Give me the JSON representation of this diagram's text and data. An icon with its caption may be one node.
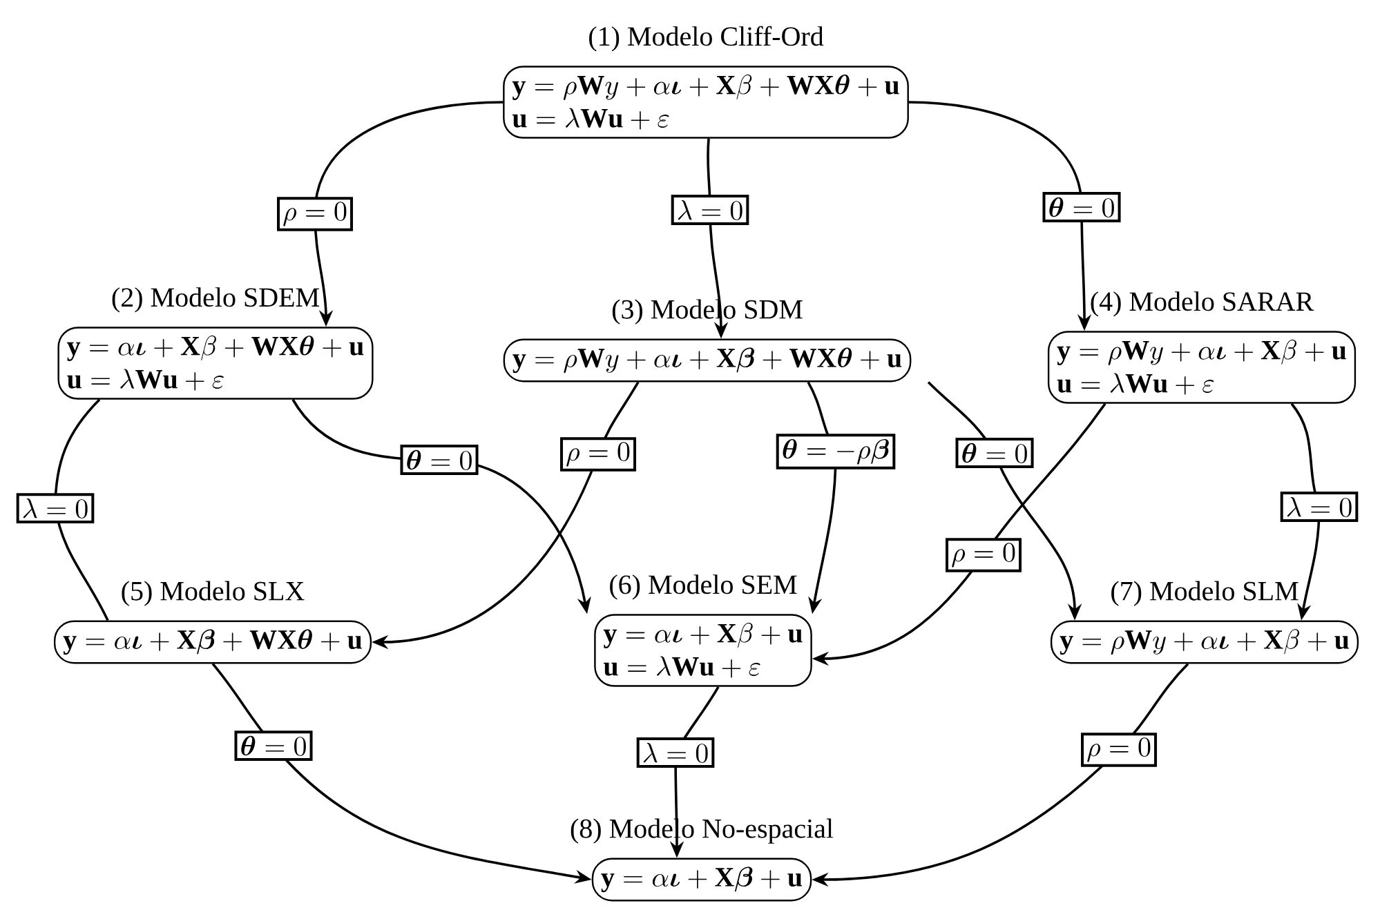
{
  "diagram": {
    "nodes": [
      {
        "text": [
          "(1) Modelo Cliff-Ord",
          "\\mathbf{y}=\\rho\\mathbf{W}y+\\alpha\\boldsymbol{\\iota}+\\mathbf{X}\\beta+\\mathbf{W}\\mathbf{X}\\boldsymbol{\\theta}+\\mathbf{u}",
          "\\mathbf{u}=\\lambda\\mathbf{W}\\mathbf{u}+\\varepsilon"
        ]
      },
      {
        "text": [
          "(2) Modelo SDEM",
          "\\mathbf{y}=\\alpha\\boldsymbol{\\iota}+\\mathbf{X}\\beta+\\mathbf{W}\\mathbf{X}\\boldsymbol{\\theta}+\\mathbf{u}",
          "\\mathbf{u}=\\lambda\\mathbf{W}\\mathbf{u}+\\varepsilon"
        ]
      },
      {
        "text": [
          "(3) Modelo SDM",
          "\\mathbf{y}=\\rho\\mathbf{W}y+\\alpha\\boldsymbol{\\iota}+\\mathbf{X}\\boldsymbol{\\beta}+\\mathbf{W}\\mathbf{X}\\boldsymbol{\\theta}+\\mathbf{u}"
        ]
      },
      {
        "text": [
          "(4) Modelo SARAR",
          "\\mathbf{y}=\\rho\\mathbf{W}y+\\alpha\\boldsymbol{\\iota}+\\mathbf{X}\\beta+\\mathbf{u}",
          "\\mathbf{u}=\\lambda\\mathbf{W}\\mathbf{u}+\\varepsilon"
        ]
      },
      {
        "text": [
          "(5) Modelo SLX",
          "\\mathbf{y}=\\alpha\\boldsymbol{\\iota}+\\mathbf{X}\\boldsymbol{\\beta}+\\mathbf{W}\\mathbf{X}\\boldsymbol{\\theta}+\\mathbf{u}"
        ]
      },
      {
        "text": [
          "(6) Modelo SEM",
          "\\mathbf{y}=\\alpha\\boldsymbol{\\iota}+\\mathbf{X}\\beta+\\mathbf{u}",
          "\\mathbf{u}=\\lambda\\mathbf{W}\\mathbf{u}+\\varepsilon"
        ]
      },
      {
        "text": [
          "(7) Modelo SLM",
          "\\mathbf{y}=\\rho\\mathbf{W}y+\\alpha\\boldsymbol{\\iota}+\\mathbf{X}\\beta+\\mathbf{u}"
        ]
      },
      {
        "text": [
          "(8) Modelo No-espacial",
          "\\mathbf{y}=\\alpha\\boldsymbol{\\iota}+\\mathbf{X}\\boldsymbol{\\beta}+\\mathbf{u}"
        ]
      }
    ],
    "edges": [
      {
        "from": 0,
        "to": 1,
        "arrow": "to",
        "label": "\\rho = 0"
      },
      {
        "from": 0,
        "to": 2,
        "arrow": "to",
        "label": "\\lambda = 0"
      },
      {
        "from": 0,
        "to": 3,
        "arrow": "to",
        "label": "\\boldsymbol{\\theta} = 0"
      },
      {
        "from": 1,
        "to": 4,
        "arrow": "none",
        "label": "\\lambda = 0"
      },
      {
        "from": 1,
        "to": 5,
        "arrow": "to",
        "label": "\\boldsymbol{\\theta} = 0"
      },
      {
        "from": 2,
        "to": 4,
        "arrow": "to",
        "label": "\\rho = 0"
      },
      {
        "from": 2,
        "to": 5,
        "arrow": "to",
        "label": "\\boldsymbol{\\theta} = -\\rho\\boldsymbol{\\beta}"
      },
      {
        "from": 2,
        "to": 6,
        "arrow": "to",
        "label": "\\boldsymbol{\\theta} = 0"
      },
      {
        "from": 3,
        "to": 5,
        "arrow": "to",
        "label": "\\rho = 0"
      },
      {
        "from": 3,
        "to": 6,
        "arrow": "to",
        "label": "\\lambda = 0"
      },
      {
        "from": 4,
        "to": 7,
        "arrow": "to",
        "label": "\\boldsymbol{\\theta} = 0"
      },
      {
        "from": 5,
        "to": 7,
        "arrow": "to",
        "label": "\\lambda = 0"
      },
      {
        "from": 6,
        "to": 7,
        "arrow": "to",
        "label": "\\rho = 0"
      }
    ]
  }
}
